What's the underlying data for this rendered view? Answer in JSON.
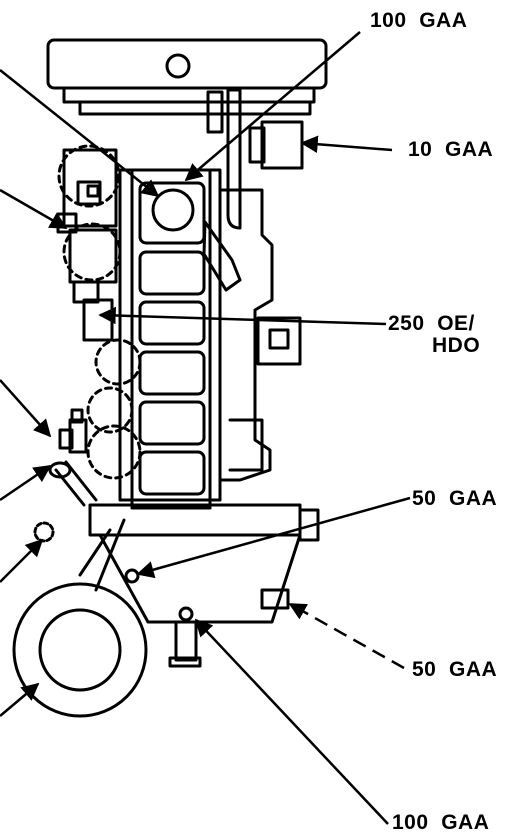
{
  "labels": {
    "top_100_gaa": "100  GAA",
    "gaa_10": "10  GAA",
    "oe_250_line1": "250  OE/",
    "oe_250_line2": "HDO",
    "mid_50_gaa": "50  GAA",
    "lower_50_gaa": "50  GAA",
    "bottom_100_gaa": "100  GAA"
  }
}
